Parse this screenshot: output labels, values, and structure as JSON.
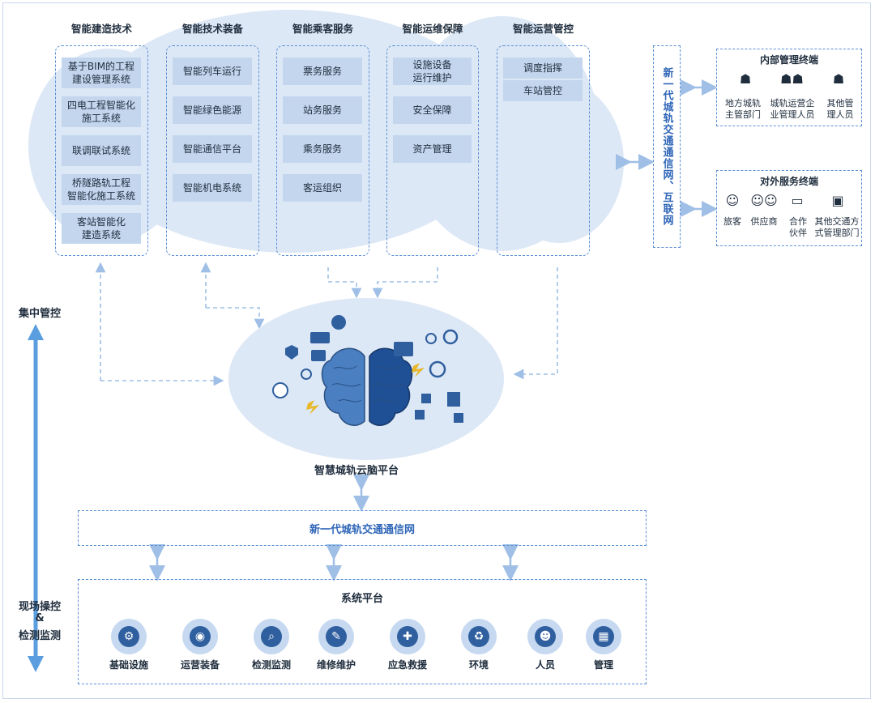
{
  "columns": [
    {
      "title": "智能建造技术",
      "items": [
        "基于BIM的工程\n建设管理系统",
        "四电工程智能化\n施工系统",
        "联调联试系统",
        "桥隧路轨工程\n智能化施工系统",
        "客站智能化\n建造系统"
      ]
    },
    {
      "title": "智能技术装备",
      "items": [
        "智能列车运行",
        "智能绿色能源",
        "智能通信平台",
        "智能机电系统"
      ]
    },
    {
      "title": "智能乘客服务",
      "items": [
        "票务服务",
        "站务服务",
        "乘务服务",
        "客运组织"
      ]
    },
    {
      "title": "智能运维保障",
      "items": [
        "设施设备\n运行维护",
        "安全保障",
        "资产管理"
      ]
    },
    {
      "title": "智能运营管控",
      "items": [
        "调度指挥",
        "车站管控"
      ]
    }
  ],
  "network_vertical": "新一代城轨交通通信网、互联网",
  "internal_terminal": {
    "title": "内部管理终端",
    "items": [
      "地方城轨\n主管部门",
      "城轨运营企\n业管理人员",
      "其他管\n理人员"
    ]
  },
  "external_terminal": {
    "title": "对外服务终端",
    "items": [
      "旅客",
      "供应商",
      "合作\n伙伴",
      "其他交通方\n式管理部门"
    ]
  },
  "brain_platform": "智慧城轨云脑平台",
  "side_top": "集中管控",
  "side_bottom_1": "现场操控",
  "side_bottom_2": "&",
  "side_bottom_3": "检测监测",
  "network_bar": "新一代城轨交通通信网",
  "system_platform": {
    "title": "系统平台",
    "items": [
      {
        "label": "基础设施",
        "icon": "gear-icon",
        "glyph": "⚙"
      },
      {
        "label": "运营装备",
        "icon": "camera-icon",
        "glyph": "◉"
      },
      {
        "label": "检测监测",
        "icon": "magnifier-icon",
        "glyph": "⌕"
      },
      {
        "label": "维修维护",
        "icon": "wrench-icon",
        "glyph": "✎"
      },
      {
        "label": "应急救援",
        "icon": "first-aid-icon",
        "glyph": "✚"
      },
      {
        "label": "环境",
        "icon": "recycle-icon",
        "glyph": "♻"
      },
      {
        "label": "人员",
        "icon": "people-icon",
        "glyph": "☻"
      },
      {
        "label": "管理",
        "icon": "grid-icon",
        "glyph": "▦"
      }
    ]
  },
  "colors": {
    "accent": "#2f66b8",
    "cloud": "#dde8f6",
    "item_fill": "#c3d6ee",
    "dashed": "#5b8fd6",
    "arrow": "#9fbfe6"
  }
}
